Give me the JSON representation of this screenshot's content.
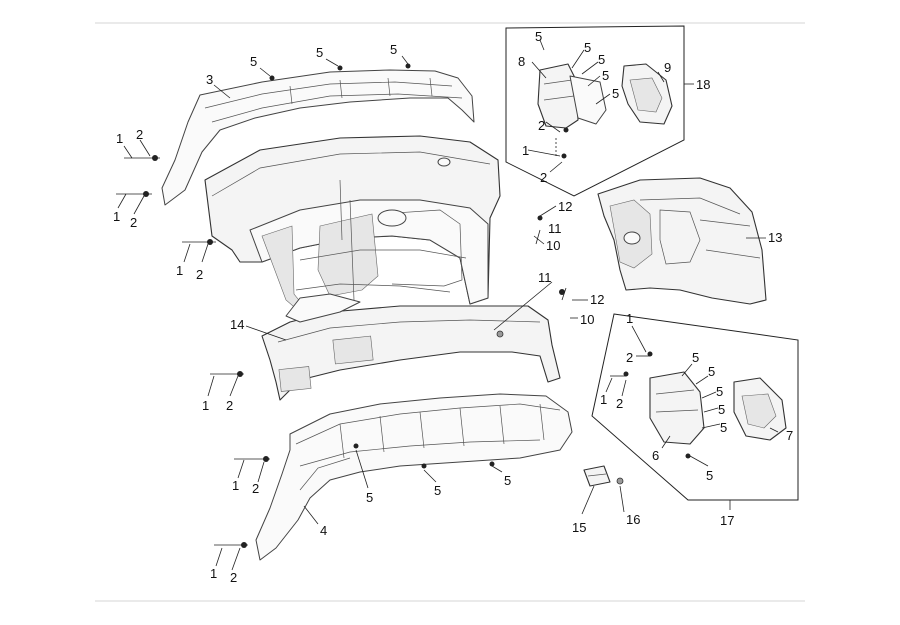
{
  "callouts": [
    {
      "id": "c-3",
      "text": "3"
    },
    {
      "id": "c-5a",
      "text": "5"
    },
    {
      "id": "c-5b",
      "text": "5"
    },
    {
      "id": "c-5c",
      "text": "5"
    },
    {
      "id": "c-1a",
      "text": "1"
    },
    {
      "id": "c-2a",
      "text": "2"
    },
    {
      "id": "c-1b",
      "text": "1"
    },
    {
      "id": "c-2b",
      "text": "2"
    },
    {
      "id": "c-1c",
      "text": "1"
    },
    {
      "id": "c-2c",
      "text": "2"
    },
    {
      "id": "c-14",
      "text": "14"
    },
    {
      "id": "c-1d",
      "text": "1"
    },
    {
      "id": "c-2d",
      "text": "2"
    },
    {
      "id": "c-1e",
      "text": "1"
    },
    {
      "id": "c-2e",
      "text": "2"
    },
    {
      "id": "c-4",
      "text": "4"
    },
    {
      "id": "c-1f",
      "text": "1"
    },
    {
      "id": "c-2f",
      "text": "2"
    },
    {
      "id": "c-5d",
      "text": "5"
    },
    {
      "id": "c-5e",
      "text": "5"
    },
    {
      "id": "c-5f",
      "text": "5"
    },
    {
      "id": "c-12a",
      "text": "12"
    },
    {
      "id": "c-11a",
      "text": "11"
    },
    {
      "id": "c-10a",
      "text": "10"
    },
    {
      "id": "c-11b",
      "text": "11"
    },
    {
      "id": "c-12b",
      "text": "12"
    },
    {
      "id": "c-10b",
      "text": "10"
    },
    {
      "id": "c-13",
      "text": "13"
    },
    {
      "id": "c-15",
      "text": "15"
    },
    {
      "id": "c-16",
      "text": "16"
    },
    {
      "id": "c-5g",
      "text": "5"
    },
    {
      "id": "c-8",
      "text": "8"
    },
    {
      "id": "c-5h",
      "text": "5"
    },
    {
      "id": "c-5i",
      "text": "5"
    },
    {
      "id": "c-5j",
      "text": "5"
    },
    {
      "id": "c-5k",
      "text": "5"
    },
    {
      "id": "c-9",
      "text": "9"
    },
    {
      "id": "c-18",
      "text": "18"
    },
    {
      "id": "c-2g",
      "text": "2"
    },
    {
      "id": "c-1g",
      "text": "1"
    },
    {
      "id": "c-2h",
      "text": "2"
    },
    {
      "id": "c-1h",
      "text": "1"
    },
    {
      "id": "c-2i",
      "text": "2"
    },
    {
      "id": "c-5l",
      "text": "5"
    },
    {
      "id": "c-5m",
      "text": "5"
    },
    {
      "id": "c-1i",
      "text": "1"
    },
    {
      "id": "c-2j",
      "text": "2"
    },
    {
      "id": "c-5n",
      "text": "5"
    },
    {
      "id": "c-5o",
      "text": "5"
    },
    {
      "id": "c-5p",
      "text": "5"
    },
    {
      "id": "c-7",
      "text": "7"
    },
    {
      "id": "c-6",
      "text": "6"
    },
    {
      "id": "c-5q",
      "text": "5"
    },
    {
      "id": "c-17",
      "text": "17"
    }
  ]
}
